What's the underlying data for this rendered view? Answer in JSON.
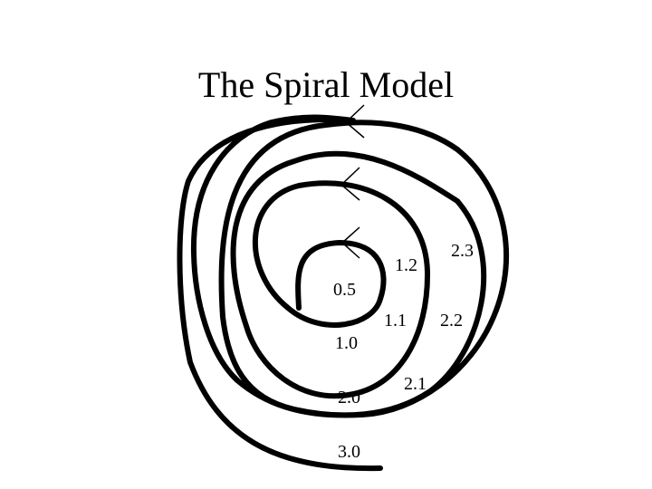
{
  "title": "The Spiral Model",
  "labels": {
    "v05": "0.5",
    "v10": "1.0",
    "v11": "1.1",
    "v12": "1.2",
    "v20": "2.0",
    "v21": "2.1",
    "v22": "2.2",
    "v23": "2.3",
    "v30": "3.0"
  },
  "colors": {
    "stroke": "#000000",
    "background": "#ffffff"
  }
}
